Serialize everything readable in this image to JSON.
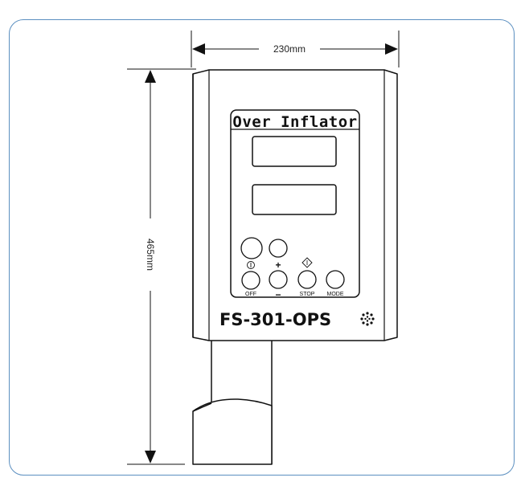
{
  "dimensions": {
    "width_label": "230mm",
    "height_label": "465mm"
  },
  "device": {
    "title": "Over Inflator",
    "model": "FS-301-OPS",
    "buttons": {
      "off": "OFF",
      "stop": "STOP",
      "mode": "MODE",
      "plus": "+",
      "minus": "−"
    }
  },
  "colors": {
    "frame_border": "#5b8fc0",
    "line": "#111111"
  },
  "icons": [
    "power-icon",
    "diamond-alert-icon",
    "model-dots-icon"
  ]
}
